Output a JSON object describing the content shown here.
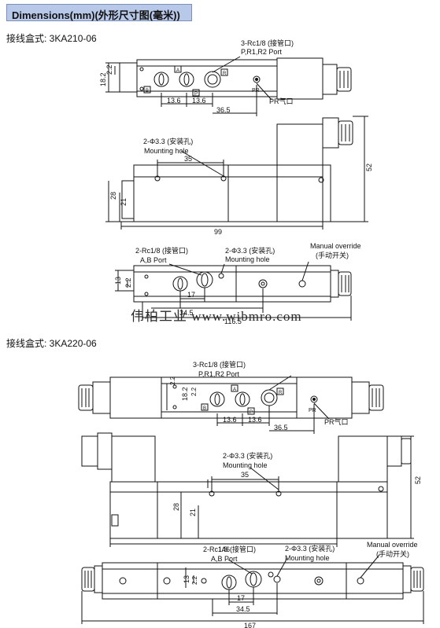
{
  "header": {
    "title": "Dimensions(mm)(外形尺寸图(毫米))"
  },
  "model_1": {
    "label": "接线盒式:  3KA210-06",
    "top_view": {
      "port_note_line1": "3-Rc1/8 (接管口)",
      "port_note_line2": "P,R1,R2 Port",
      "pr_label": "PR",
      "pr_note": "PR气口",
      "port_letters": [
        "B",
        "A",
        "R",
        "P"
      ],
      "dims": [
        "2.2",
        "18.2",
        "13.6",
        "13.6",
        "36.5"
      ]
    },
    "side_view": {
      "hole_note_line1": "2-Φ3.3 (安装孔)",
      "hole_note_line2": "Mounting hole",
      "dims": [
        "35",
        "28",
        "21",
        "99",
        "52"
      ]
    },
    "bottom_view": {
      "ab_note_line1": "2-Rc1/8 (接管口)",
      "ab_note_line2": "A,B Port",
      "hole_note_line1": "2-Φ3.3 (安装孔)",
      "hole_note_line2": "Mounting hole",
      "manual_line1": "Manual override",
      "manual_line2": "(手动开关)",
      "dims": [
        "13",
        "2.2",
        "17",
        "34.5",
        "116.5"
      ]
    }
  },
  "model_2": {
    "label": "接线盒式:  3KA220-06",
    "top_view": {
      "port_note_line1": "3-Rc1/8 (接管口)",
      "port_note_line2": "P,R1,R2 Port",
      "pr_label": "PR",
      "pr_note": "PR气口",
      "port_letters": [
        "B",
        "A",
        "P",
        "R"
      ],
      "dims": [
        "2.2",
        "18.2",
        "2.2",
        "13.6",
        "13.6",
        "36.5"
      ]
    },
    "side_view": {
      "hole_note_line1": "2-Φ3.3 (安装孔)",
      "hole_note_line2": "Mounting hole",
      "dims": [
        "35",
        "28",
        "21",
        "146",
        "52"
      ]
    },
    "bottom_view": {
      "ab_note_line1": "2-Rc1/8 (接管口)",
      "ab_note_line2": "A,B Port",
      "hole_note_line1": "2-Φ3.3 (安装孔)",
      "hole_note_line2": "Mounting hole",
      "manual_line1": "Manual override",
      "manual_line2": "(手动开关)",
      "dims": [
        "13",
        "2.2",
        "17",
        "34.5",
        "167"
      ]
    }
  },
  "watermark": "伟柏工业 www.wibmro.com"
}
